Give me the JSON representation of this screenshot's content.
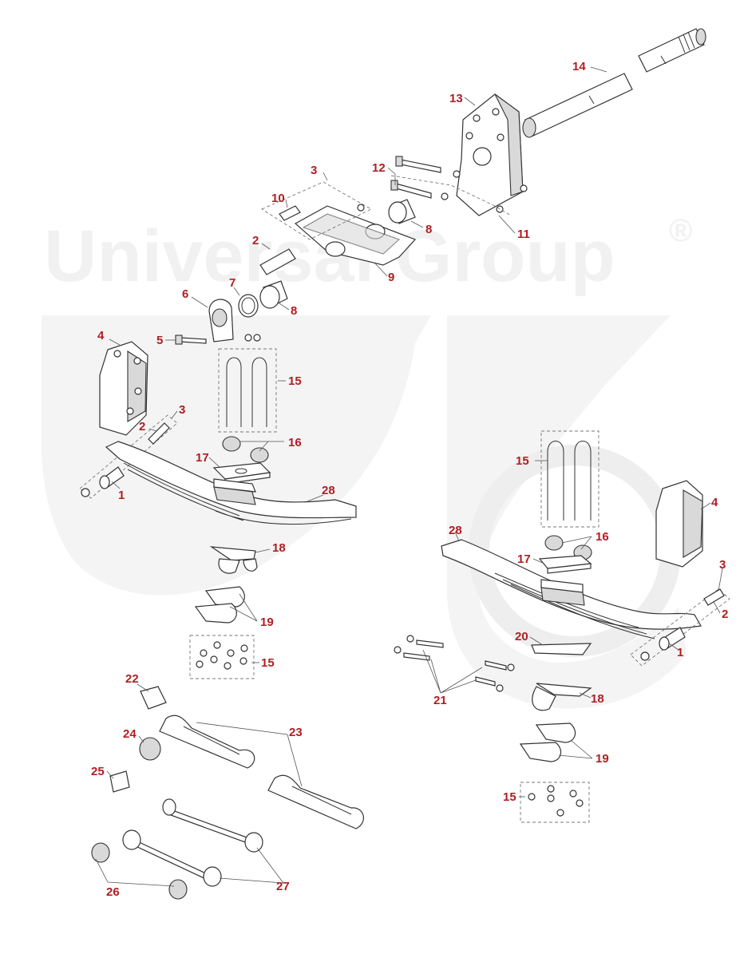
{
  "watermark": {
    "brand": "Universal Group",
    "mark": "®"
  },
  "callouts": [
    "1",
    "2",
    "3",
    "4",
    "5",
    "6",
    "7",
    "8",
    "9",
    "10",
    "11",
    "12",
    "13",
    "14",
    "15",
    "16",
    "17",
    "18",
    "19",
    "20",
    "21",
    "22",
    "23",
    "24",
    "25",
    "26",
    "27",
    "28"
  ],
  "colors": {
    "callout": "#b01e23",
    "line": "#333333",
    "watermark": "#f1f1f1"
  }
}
